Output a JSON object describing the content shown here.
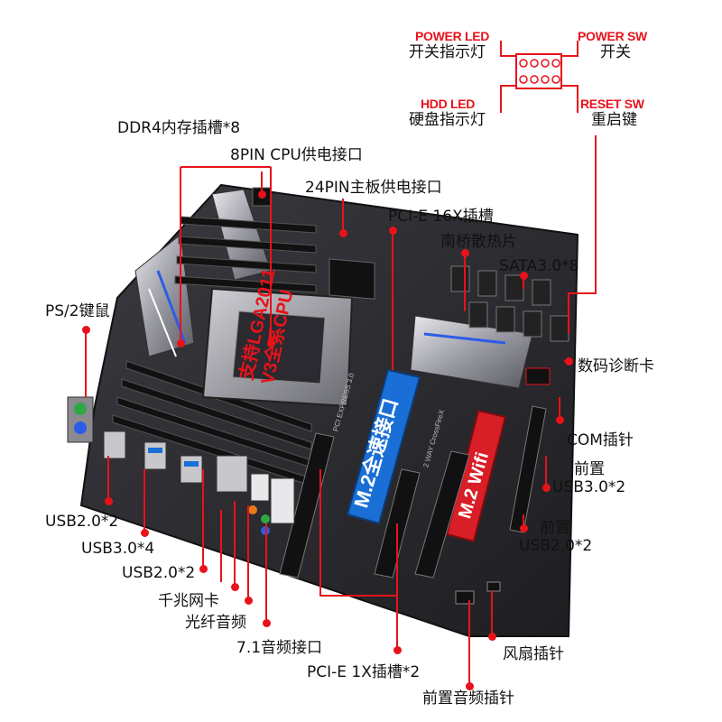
{
  "colors": {
    "annotation_red": "#e8121b",
    "board": "#2a2a2e",
    "pcie_blue": "#1a6fd6",
    "pcie_red": "#d81e26"
  },
  "silkscreen": {
    "cpu_text_line1": "支持LGA2011",
    "cpu_text_line2": "V3全系CPU",
    "m2_fast": "M.2全速接口",
    "m2_wifi": "M.2 Wifi",
    "pci_express": "PCI EXPRESS 3.0",
    "crossfire": "2 WAY CrossFireX"
  },
  "labels": {
    "power_led_en": "POWER LED",
    "power_led_cn": "开关指示灯",
    "power_sw_en": "POWER SW",
    "power_sw_cn": "开关",
    "hdd_led_en": "HDD  LED",
    "hdd_led_cn": "硬盘指示灯",
    "reset_sw_en": "RESET SW",
    "reset_sw_cn": "重启键",
    "ddr4": "DDR4内存插槽*8",
    "cpu_power": "8PIN CPU供电接口",
    "main_power": "24PIN主板供电接口",
    "pcie16": "PCI-E 16X插槽",
    "southbridge": "南桥散热片",
    "sata": "SATA3.0*8",
    "ps2": "PS/2键鼠",
    "debug_card": "数码诊断卡",
    "com": "COM插针",
    "front_usb3_a": "前置",
    "front_usb3_b": "USB3.0*2",
    "front_usb2_a": "前置",
    "front_usb2_b": "USB2.0*2",
    "usb20_a": "USB2.0*2",
    "usb30": "USB3.0*4",
    "usb20_b": "USB2.0*2",
    "lan": "千兆网卡",
    "optical": "光纤音频",
    "audio71": "7.1音频接口",
    "fan": "风扇插针",
    "pcie1": "PCI-E 1X插槽*2",
    "front_audio": "前置音频插针"
  }
}
